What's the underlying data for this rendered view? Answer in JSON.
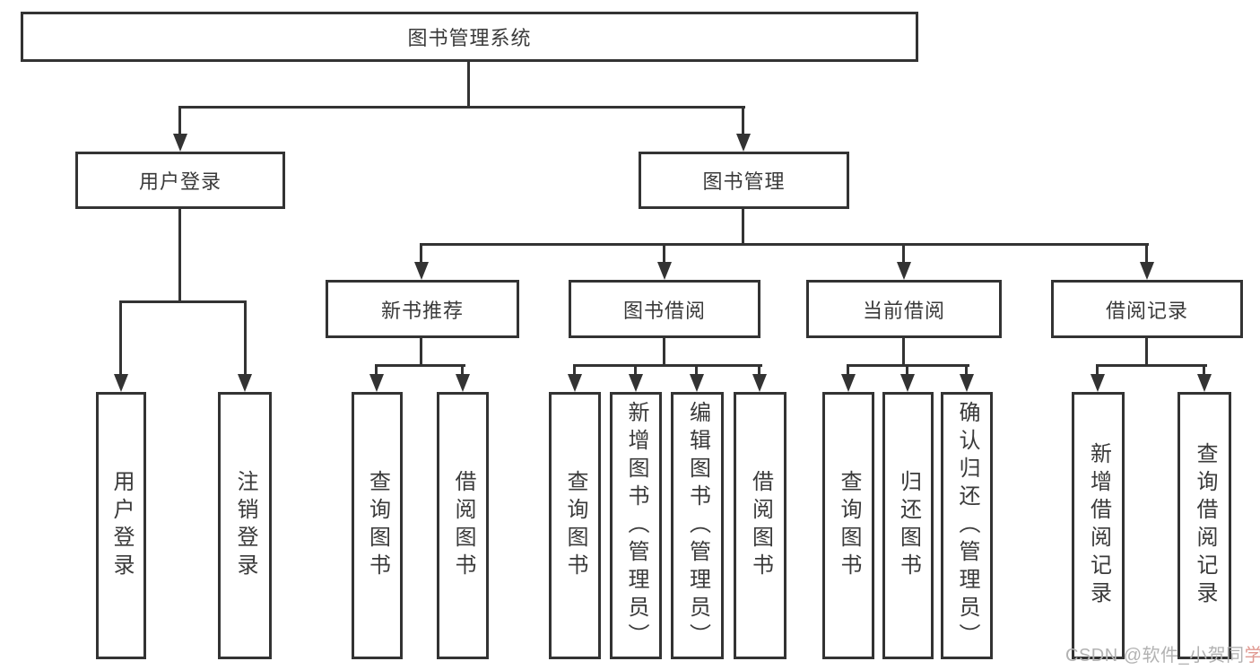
{
  "colors": {
    "line": "#333333",
    "text": "#3a3a3a",
    "watermark": "#b2b2b2",
    "watermark_accent": "#e09a92",
    "background": "#ffffff"
  },
  "tree": {
    "root": {
      "label": "图书管理系统"
    },
    "user_login": {
      "label": "用户登录",
      "children": [
        {
          "label": "用户登录"
        },
        {
          "label": "注销登录"
        }
      ]
    },
    "book_management": {
      "label": "图书管理",
      "sections": [
        {
          "label": "新书推荐",
          "children": [
            {
              "label": "查询图书"
            },
            {
              "label": "借阅图书"
            }
          ]
        },
        {
          "label": "图书借阅",
          "children": [
            {
              "label": "查询图书"
            },
            {
              "label": "新增图书（管理员）"
            },
            {
              "label": "编辑图书（管理员）"
            },
            {
              "label": "借阅图书"
            }
          ]
        },
        {
          "label": "当前借阅",
          "children": [
            {
              "label": "查询图书"
            },
            {
              "label": "归还图书"
            },
            {
              "label": "确认归还（管理员）"
            }
          ]
        },
        {
          "label": "借阅记录",
          "children": [
            {
              "label": "新增借阅记录"
            },
            {
              "label": "查询借阅记录"
            }
          ]
        }
      ]
    }
  },
  "watermark": {
    "main": "CSDN @软件_小贺同",
    "suffix": "学"
  }
}
